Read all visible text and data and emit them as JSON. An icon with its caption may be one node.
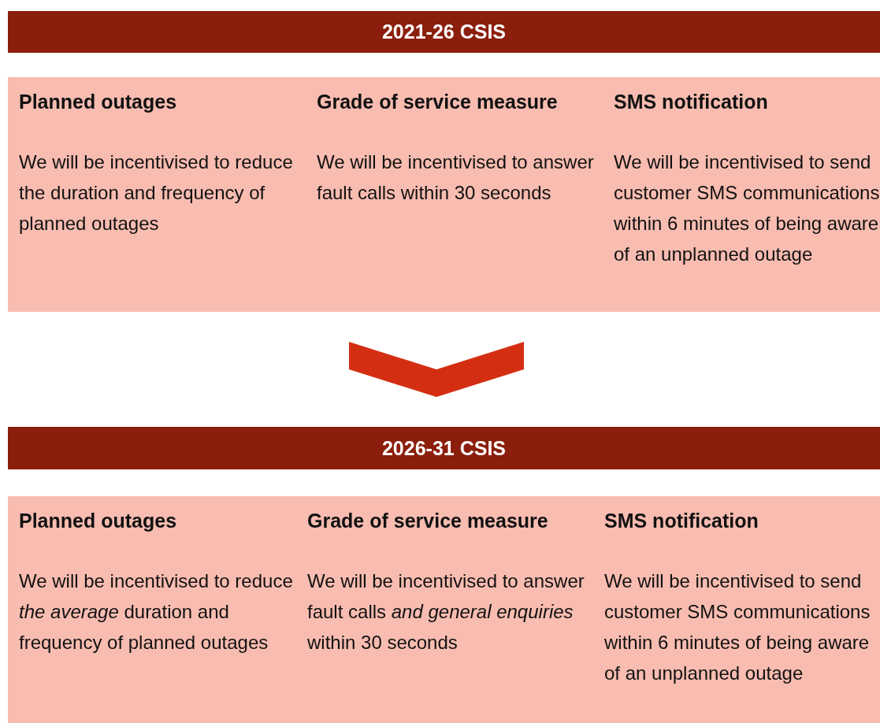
{
  "diagram": {
    "nodes": [
      {
        "text": [
          "2021-26 CSIS"
        ]
      },
      {
        "text": [],
        "shape": "box"
      },
      {
        "text": [
          "Planned outages",
          "We will be incentivised to reduce the duration and frequency of planned outages"
        ],
        "in": 1
      },
      {
        "text": [
          "Grade of service measure",
          "We will be incentivised to answer fault calls within 30 seconds"
        ],
        "in": 1
      },
      {
        "text": [
          "SMS notification",
          "We will be incentivised to send customer SMS communications within 6 minutes of being aware of an unplanned outage"
        ],
        "in": 1
      },
      {
        "text": [
          "2026-31 CSIS"
        ]
      },
      {
        "text": [],
        "shape": "box"
      },
      {
        "text": [
          "Planned outages",
          "We will be incentivised to reduce *the average* duration and frequency of planned outages"
        ],
        "in": 6
      },
      {
        "text": [
          "Grade of service measure",
          "We will be incentivised to answer fault calls *and general enquiries* within 30 seconds"
        ],
        "in": 6
      },
      {
        "text": [
          "SMS notification",
          "We will be incentivised to send customer SMS communications within 6 minutes of being aware of an unplanned outage"
        ],
        "in": 6
      }
    ],
    "edges": [
      {
        "from": 1,
        "to": 5,
        "arrow": "to"
      }
    ]
  }
}
